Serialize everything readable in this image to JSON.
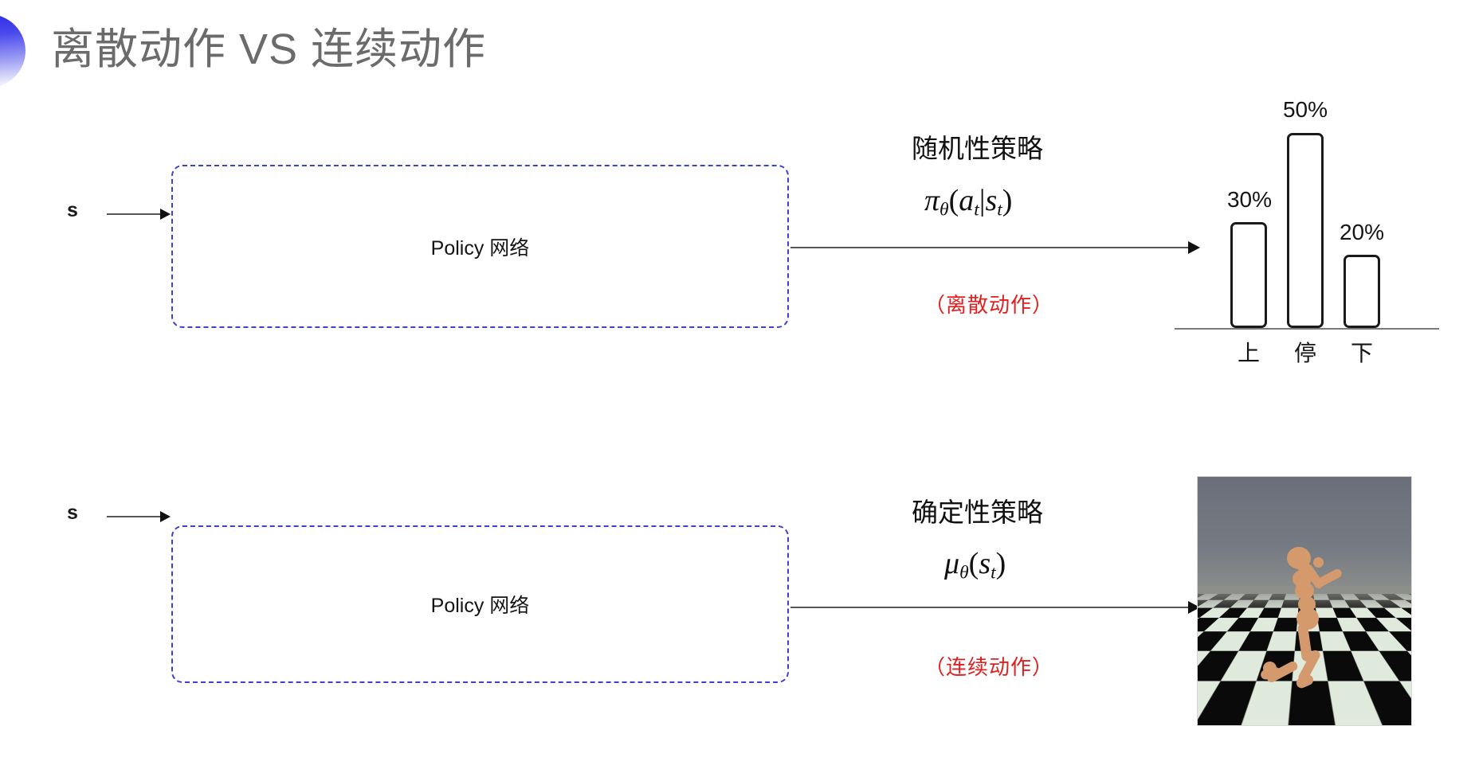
{
  "slide": {
    "title": "离散动作 VS 连续动作",
    "accent_color": "#3a3aec",
    "title_color": "#6b6b6b",
    "background": "#ffffff"
  },
  "rows": [
    {
      "id": "discrete",
      "input_label": "s",
      "box_label": "Policy 网络",
      "policy_name": "随机性策略",
      "formula_plain": "πθ(at|st)",
      "formula_parts": {
        "head": "π",
        "head_sub": "θ",
        "open": "(",
        "arg1": "a",
        "arg1_sub": "t",
        "bar": "|",
        "arg2": "s",
        "arg2_sub": "t",
        "close": ")"
      },
      "action_kind": "（离散动作）",
      "action_kind_color": "#e02020",
      "output_kind": "bar-chart"
    },
    {
      "id": "continuous",
      "input_label": "s",
      "box_label": "Policy 网络",
      "policy_name": "确定性策略",
      "formula_plain": "μθ(st)",
      "formula_parts": {
        "head": "μ",
        "head_sub": "θ",
        "open": "(",
        "arg1": "s",
        "arg1_sub": "t",
        "bar": "",
        "arg2": "",
        "arg2_sub": "",
        "close": ")"
      },
      "action_kind": "（连续动作）",
      "action_kind_color": "#e02020",
      "output_kind": "humanoid-simulation"
    }
  ],
  "chart_data": {
    "type": "bar",
    "title": "",
    "categories": [
      "上",
      "停",
      "下"
    ],
    "values": [
      30,
      50,
      20
    ],
    "value_labels": [
      "30%",
      "50%",
      "20%"
    ],
    "xlabel": "",
    "ylabel": "",
    "ylim": [
      0,
      57
    ],
    "grid": false,
    "legend": "none",
    "bar_style": {
      "fill": "#ffffff",
      "stroke": "#1a1a1a",
      "rounded": true
    },
    "axis_color": "#7a7a7a"
  },
  "simulation": {
    "name": "humanoid-simulation",
    "sky_color": "#6d737c",
    "floor_light": "#dfeadd",
    "floor_dark": "#0a0a0a",
    "body_color": "#d59a6c"
  }
}
